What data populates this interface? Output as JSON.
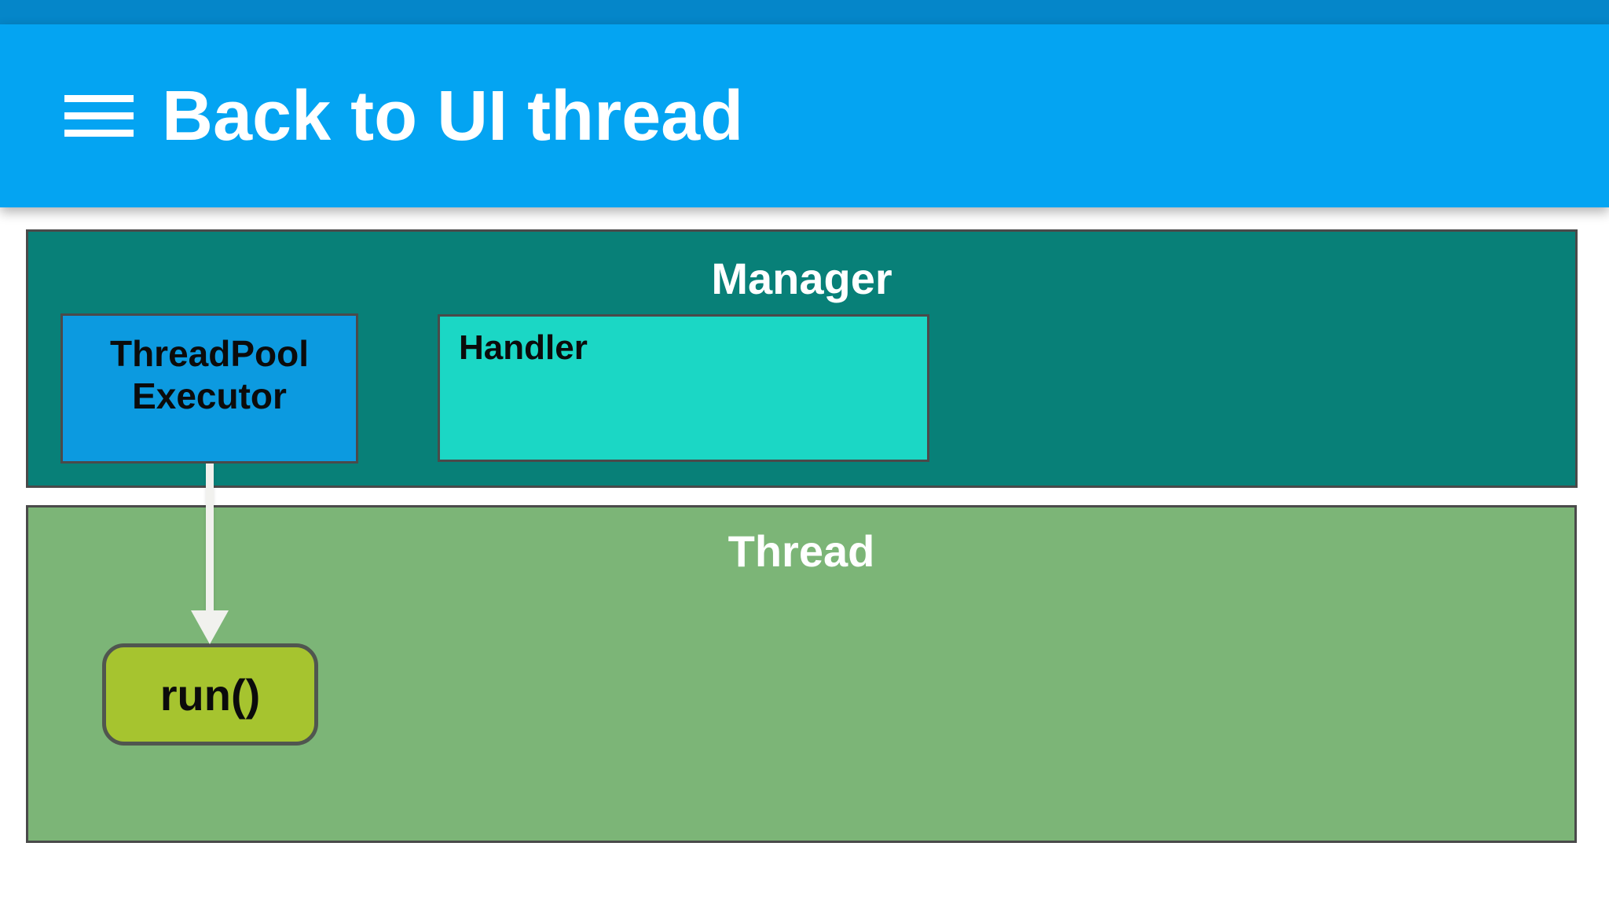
{
  "header": {
    "title": "Back to UI thread",
    "menu_icon": "hamburger-menu-icon",
    "background": "#04a4f2",
    "status_bar_color": "#0586c9",
    "text_color": "#ffffff"
  },
  "diagram": {
    "border_color": "#4a4a4a",
    "manager": {
      "label": "Manager",
      "background": "#088078",
      "threadpool_executor": {
        "label_line1": "ThreadPool",
        "label_line2": "Executor",
        "background": "#0c9ae0"
      },
      "handler": {
        "label": "Handler",
        "background": "#1bd7c5"
      }
    },
    "thread": {
      "label": "Thread",
      "background": "#7cb577",
      "run": {
        "label": "run()",
        "background": "#a6c42f"
      }
    },
    "arrow": {
      "icon": "arrow-down-icon",
      "color": "#f1f1ee"
    }
  }
}
